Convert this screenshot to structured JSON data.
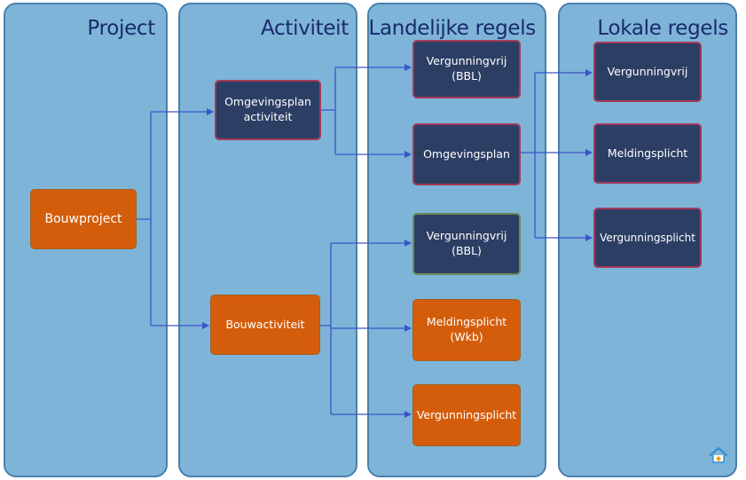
{
  "lanes": {
    "project": "Project",
    "activiteit": "Activiteit",
    "landelijk": "Landelijke regels",
    "lokaal": "Lokale regels"
  },
  "boxes": {
    "bouwproject": "Bouwproject",
    "omgevingsplan_activiteit": "Omgevingsplan\nactiviteit",
    "bouwactiviteit": "Bouwactiviteit",
    "l_vergunningvrij_1": "Vergunningvrij\n(BBL)",
    "l_omgevingsplan": "Omgevingsplan",
    "l_vergunningvrij_2": "Vergunningvrij\n(BBL)",
    "l_meldingsplicht": "Meldingsplicht\n(Wkb)",
    "l_vergunningsplicht": "Vergunningsplicht",
    "r_vergunningvrij": "Vergunningvrij",
    "r_meldingsplicht": "Meldingsplicht",
    "r_vergunningsplicht": "Vergunningsplicht"
  },
  "colors": {
    "lane_fill": "#7eb4d8",
    "lane_title": "#1a2a6b",
    "navy_box": "#2c3e63",
    "orange_box": "#d45d0c",
    "connector": "#3a55c8"
  },
  "icons": {
    "corner_logo": "house-logo-icon"
  }
}
